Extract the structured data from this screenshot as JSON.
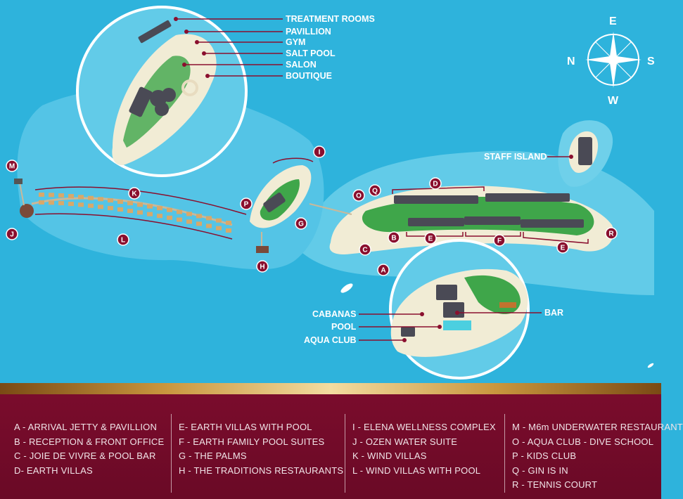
{
  "compass": {
    "n": "N",
    "e": "E",
    "s": "S",
    "w": "W"
  },
  "inset_top_labels": [
    "TREATMENT ROOMS",
    "PAVILLION",
    "GYM",
    "SALT POOL",
    "SALON",
    "BOUTIQUE"
  ],
  "inset_bottom_labels": {
    "cabanas": "CABANAS",
    "pool": "POOL",
    "aqua": "AQUA CLUB",
    "bar": "BAR"
  },
  "staff_island": "STAFF ISLAND",
  "markers": [
    {
      "id": "A",
      "label": "A"
    },
    {
      "id": "B",
      "label": "B"
    },
    {
      "id": "C",
      "label": "C"
    },
    {
      "id": "D",
      "label": "D"
    },
    {
      "id": "E1",
      "label": "E"
    },
    {
      "id": "E2",
      "label": "E"
    },
    {
      "id": "F",
      "label": "F"
    },
    {
      "id": "G",
      "label": "G"
    },
    {
      "id": "H",
      "label": "H"
    },
    {
      "id": "I",
      "label": "I"
    },
    {
      "id": "J",
      "label": "J"
    },
    {
      "id": "K",
      "label": "K"
    },
    {
      "id": "L",
      "label": "L"
    },
    {
      "id": "M",
      "label": "M"
    },
    {
      "id": "O",
      "label": "O"
    },
    {
      "id": "P",
      "label": "P"
    },
    {
      "id": "Q",
      "label": "Q"
    },
    {
      "id": "R",
      "label": "R"
    }
  ],
  "legend": {
    "col1": [
      "A -  ARRIVAL JETTY & PAVILLION",
      "B -  RECEPTION & FRONT OFFICE",
      "C - JOIE DE VIVRE & POOL BAR",
      "D-  EARTH VILLAS"
    ],
    "col2": [
      "E-   EARTH VILLAS WITH POOL",
      "F -  EARTH FAMILY POOL SUITES",
      "G - THE PALMS",
      "H - THE TRADITIONS  RESTAURANTS"
    ],
    "col3": [
      "I   -  ELENA  WELLNESS COMPLEX",
      "J  -  OZEN WATER SUITE",
      "K -  WIND VILLAS",
      "L  - WIND VILLAS WITH POOL"
    ],
    "col4": [
      "M -  M6m UNDERWATER RESTAURANT",
      "O -  AQUA CLUB - DIVE SCHOOL",
      "P -  KIDS CLUB",
      "Q -  GIN IS IN",
      "R - TENNIS COURT"
    ]
  },
  "colors": {
    "water": "#2eb3dc",
    "shallow": "#6fd0ea",
    "sand": "#f1ecd5",
    "marker": "#8a0f2e",
    "legend_bg": "#6f0b28",
    "gold": "#d4a24c"
  }
}
